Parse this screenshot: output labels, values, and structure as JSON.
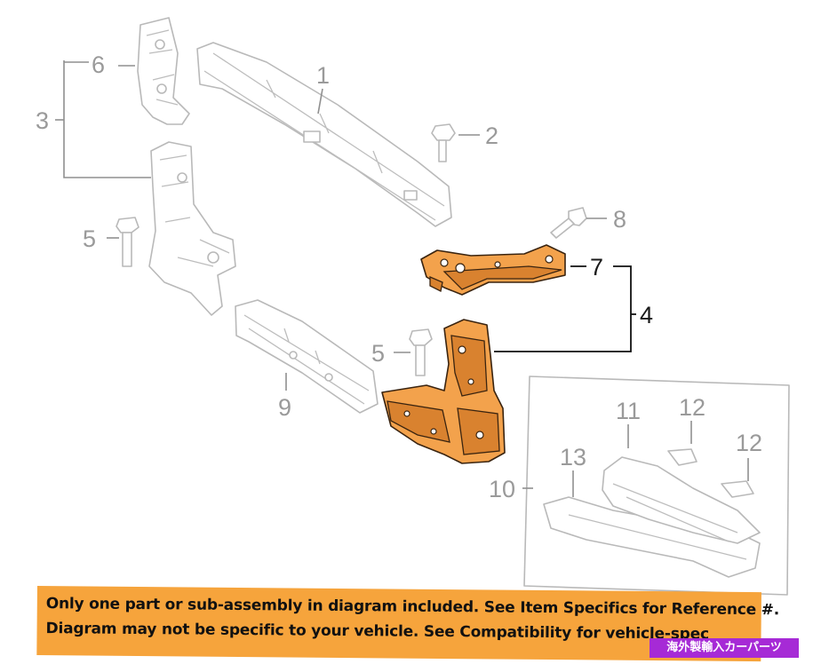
{
  "callouts": {
    "c1": "1",
    "c2": "2",
    "c3": "3",
    "c4": "4",
    "c5a": "5",
    "c5b": "5",
    "c6": "6",
    "c7": "7",
    "c8": "8",
    "c9": "9",
    "c10": "10",
    "c11": "11",
    "c12a": "12",
    "c12b": "12",
    "c13": "13"
  },
  "banner": {
    "line1": "Only one part or sub-assembly in diagram included. See Item Specifics for Reference #.",
    "line2": "Diagram may not be specific to your vehicle. See Compatibility for vehicle-spec"
  },
  "shop_badge": "海外製輸入カーパーツ",
  "colors": {
    "highlight_part": "#f3a24c",
    "banner": "#f6a43c",
    "badge": "#a62ad6",
    "ghost_line": "#b9b9b9"
  }
}
